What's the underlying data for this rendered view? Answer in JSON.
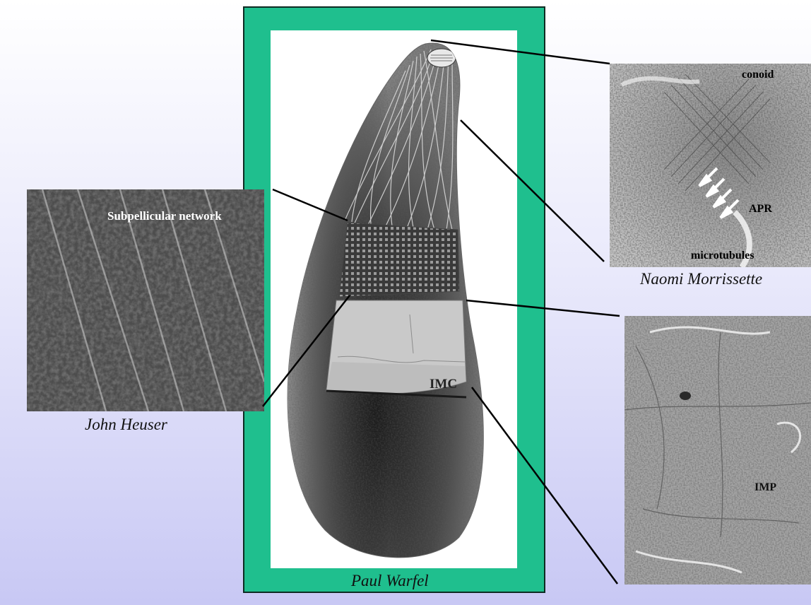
{
  "left_panel": {
    "label": "Subpellicular network",
    "credit": "John Heuser"
  },
  "center_panel": {
    "label": "IMC",
    "credit": "Paul Warfel"
  },
  "top_right_panel": {
    "labels": {
      "conoid": "conoid",
      "apr": "APR",
      "microtubules": "microtubules"
    },
    "credit": "Naomi Morrissette"
  },
  "bottom_right_panel": {
    "label": "IMP"
  },
  "colors": {
    "frame_green": "#1fbf8e",
    "background_top": "#ffffff",
    "background_bottom": "#c8c8f4"
  }
}
